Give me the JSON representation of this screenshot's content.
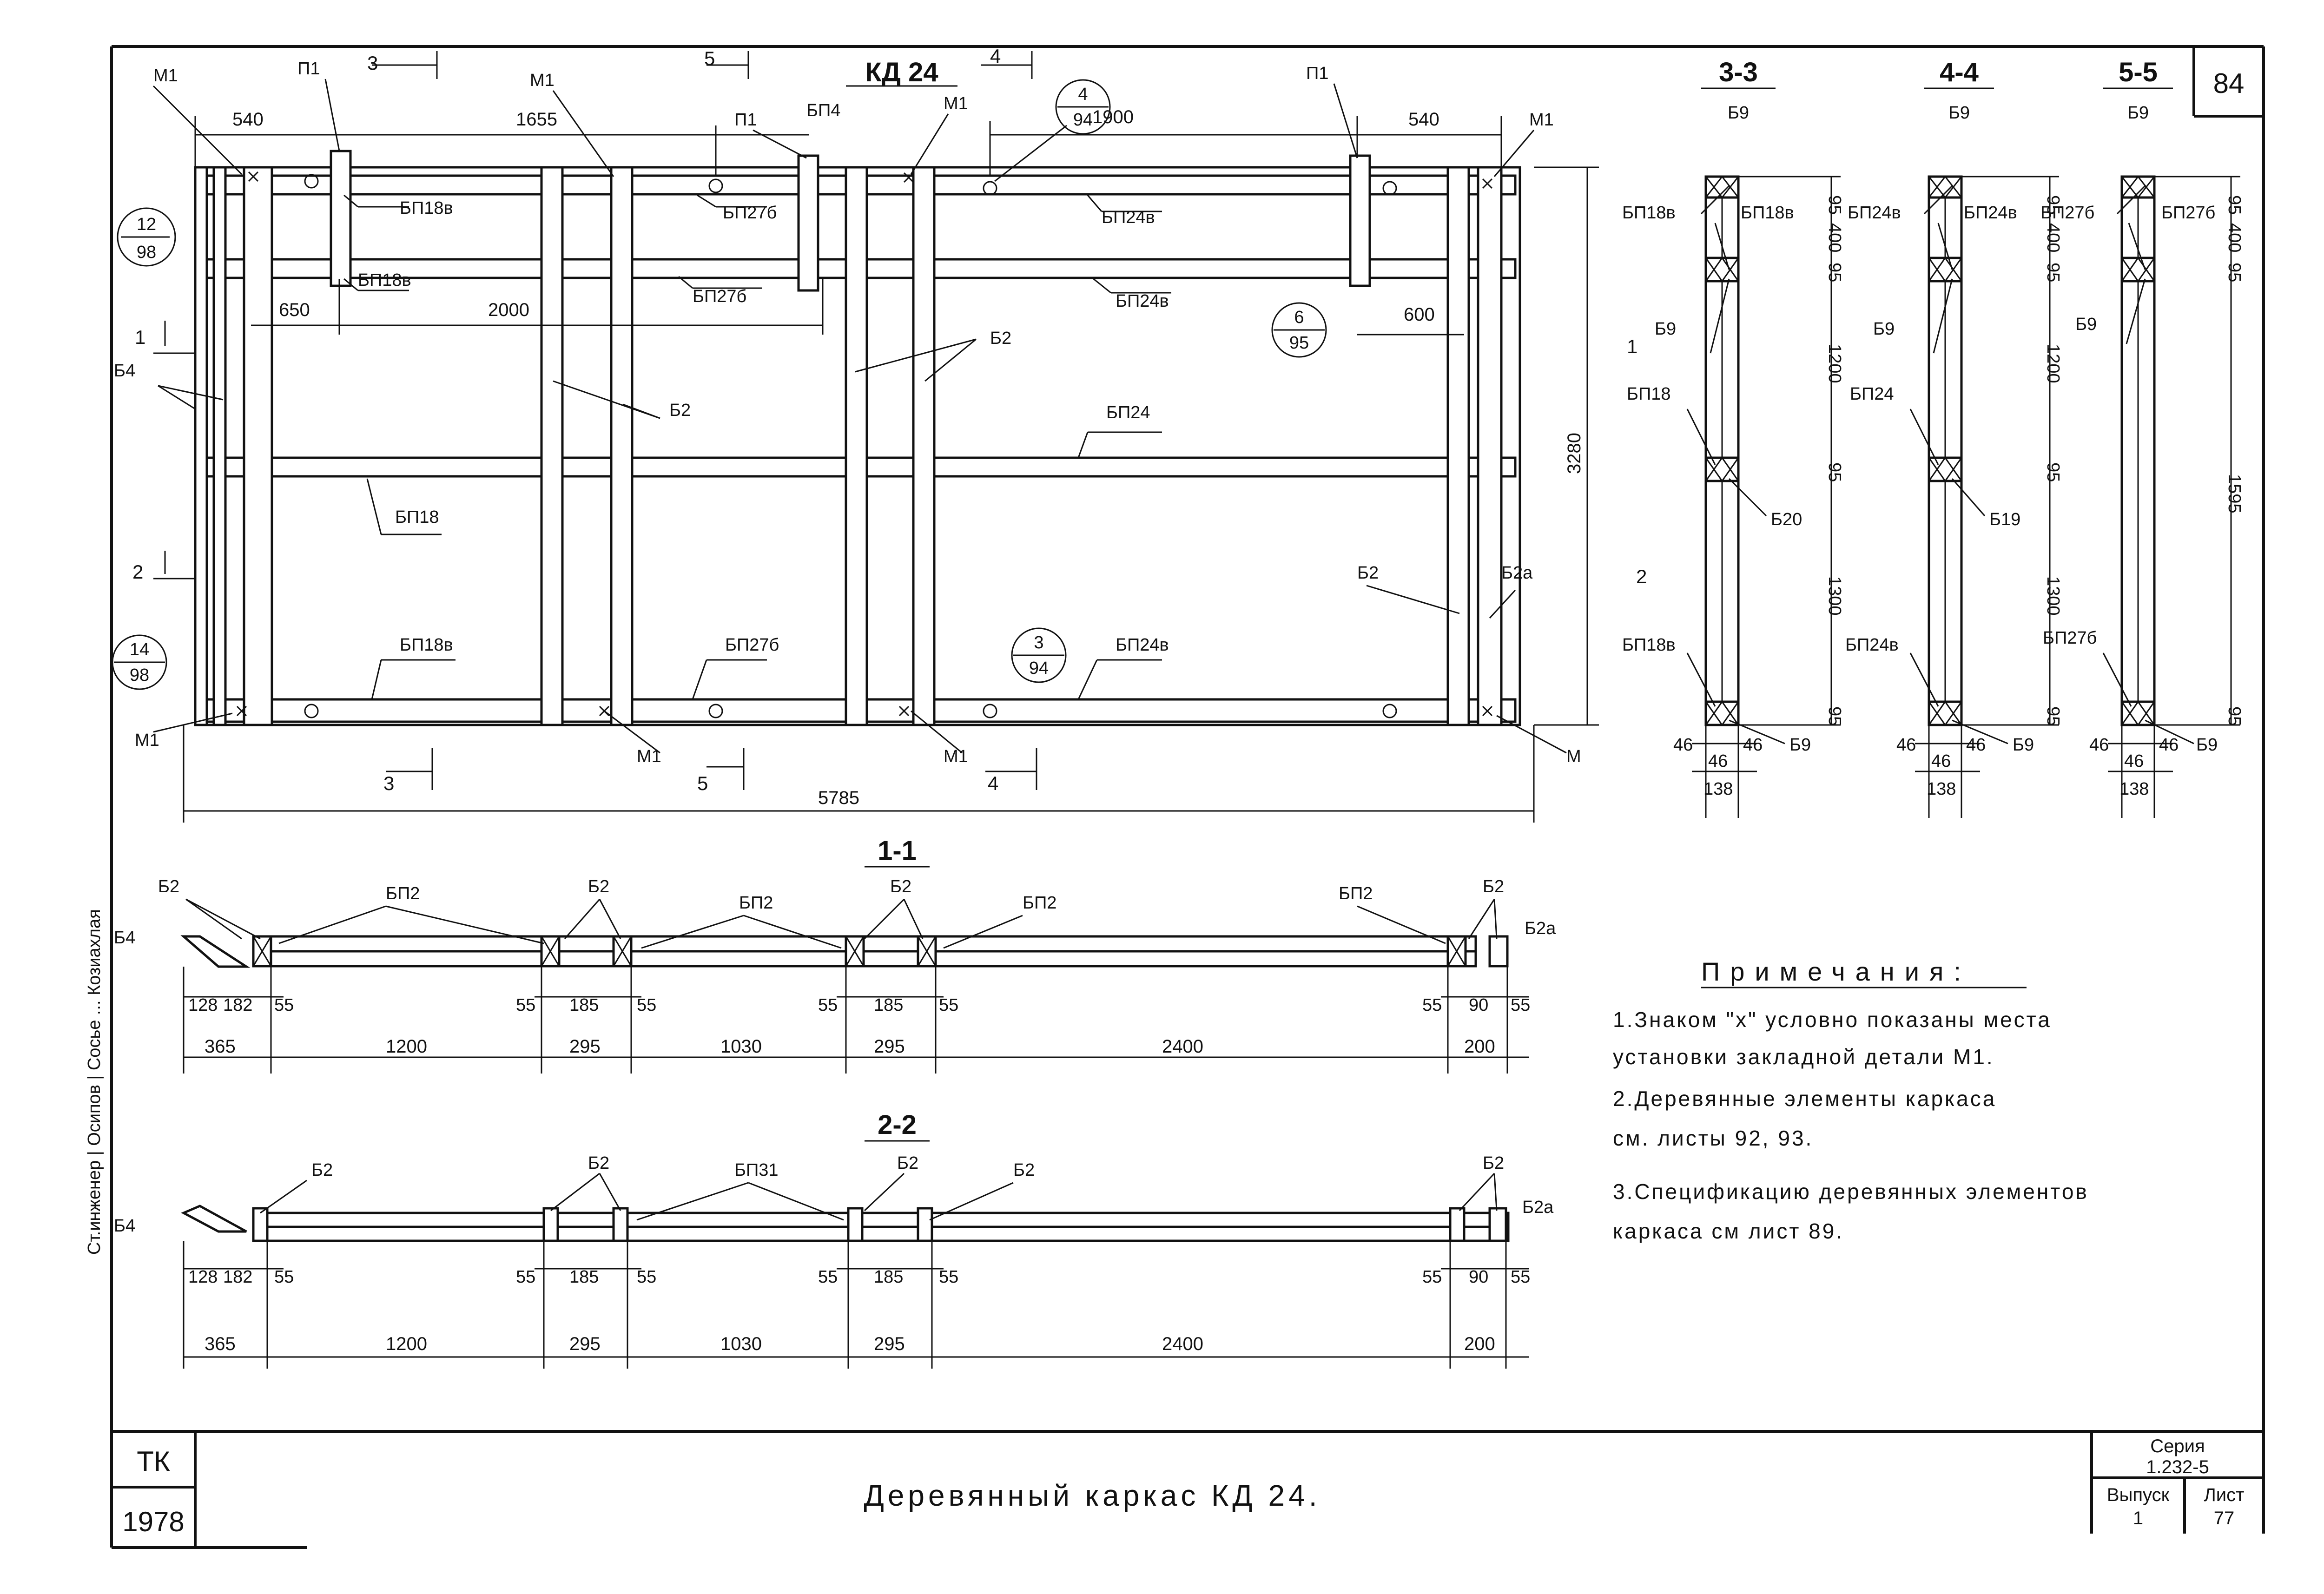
{
  "sheet": {
    "sheet_mark": "84",
    "title": "Деревянный каркас КД 24.",
    "stamp_org": "ТК",
    "stamp_year": "1978",
    "series_label": "Серия",
    "series_value": "1.232-5",
    "issue_label": "Выпуск",
    "issue_value": "1",
    "sheet_label": "Лист",
    "sheet_value": "77",
    "side_text": "Ст.инженер  |  Осипов  |  Сосье ...  Козиахлая"
  },
  "main_view": {
    "title": "КД 24",
    "total_width": "5785",
    "height": "3280",
    "top_dims": [
      "540",
      "1655",
      "1900",
      "540"
    ],
    "dim_650": "650",
    "dim_2000": "2000",
    "dim_600": "600",
    "beam_labels": {
      "b18v_top": "БП18в",
      "b18v_mid": "БП18в",
      "b27b_top": "БП27б",
      "b27b_mid": "БП27б",
      "b24v_top": "БП24в",
      "b24v_mid": "БП24в",
      "b18": "БП18",
      "b24": "БП24",
      "b18v_bot": "БП18в",
      "b27b_bot": "БП27б",
      "b24v_bot": "БП24в",
      "b2_a": "Б2",
      "b2_b": "Б2",
      "b2_c": "Б2",
      "b2a": "Б2а",
      "b4": "Б4",
      "bp4": "БП4"
    },
    "part_labels": {
      "m1_tl": "М1",
      "m1_t": "М1",
      "m1_t2": "М1",
      "m1_tr": "М1",
      "m1_bl": "М1",
      "m1_b": "М1",
      "m1_b2": "М1",
      "m_br": "М",
      "p1_l": "П1",
      "p1_m": "П1",
      "p1_r": "П1"
    },
    "callouts": [
      {
        "num": "4",
        "den": "94"
      },
      {
        "num": "6",
        "den": "95"
      },
      {
        "num": "3",
        "den": "94"
      },
      {
        "num": "12",
        "den": "98"
      },
      {
        "num": "14",
        "den": "98"
      }
    ],
    "section_marks": [
      "1",
      "2",
      "3",
      "4",
      "5"
    ]
  },
  "sections_vertical": [
    {
      "title": "3-3",
      "top": "Б9",
      "top_beam": "БП18в",
      "top_beam2": "БП18в",
      "mid_b9": "Б9",
      "mid_beam": "БП18",
      "mid_post": "Б20",
      "bot_beam": "БП18в",
      "bot": "Б9",
      "dims": [
        "95",
        "400",
        "95",
        "1200",
        "95",
        "1300",
        "95"
      ],
      "bottom_dims": [
        "46",
        "46",
        "46",
        "138"
      ]
    },
    {
      "title": "4-4",
      "top": "Б9",
      "top_beam": "БП24в",
      "top_beam2": "БП24в",
      "mid_b9": "Б9",
      "mid_beam": "БП24",
      "mid_post": "Б19",
      "bot_beam": "БП24в",
      "bot": "Б9",
      "dims": [
        "95",
        "400",
        "95",
        "1200",
        "95",
        "1300",
        "95"
      ],
      "bottom_dims": [
        "46",
        "46",
        "46",
        "138"
      ]
    },
    {
      "title": "5-5",
      "top": "Б9",
      "top_beam": "БП27б",
      "top_beam2": "БП27б",
      "mid_b9": "Б9",
      "mid_beam": "",
      "mid_post": "",
      "bot_beam": "БП27б",
      "bot": "Б9",
      "dims": [
        "95",
        "400",
        "95",
        "1595",
        "95"
      ],
      "bottom_dims": [
        "46",
        "46",
        "46",
        "138"
      ]
    }
  ],
  "sections_horizontal": [
    {
      "title": "1-1",
      "labels": [
        "Б2",
        "БП2",
        "Б2",
        "БП2",
        "Б2",
        "БП2",
        "БП2",
        "Б2",
        "Б2а",
        "Б4"
      ],
      "small_dims": [
        "128",
        "182",
        "55",
        "55",
        "185",
        "55",
        "55",
        "185",
        "55",
        "55",
        "90",
        "55"
      ],
      "big_dims": [
        "365",
        "1200",
        "295",
        "1030",
        "295",
        "2400",
        "200"
      ]
    },
    {
      "title": "2-2",
      "labels": [
        "Б2",
        "Б2",
        "БП31",
        "Б2",
        "Б2",
        "Б2",
        "Б2а",
        "Б4"
      ],
      "small_dims": [
        "128",
        "182",
        "55",
        "55",
        "185",
        "55",
        "55",
        "185",
        "55",
        "55",
        "90",
        "55"
      ],
      "big_dims": [
        "365",
        "1200",
        "295",
        "1030",
        "295",
        "2400",
        "200"
      ]
    }
  ],
  "notes": {
    "heading": "Примечания:",
    "items": [
      "1.Знаком \"х\" условно показаны места",
      "установки закладной детали М1.",
      "2.Деревянные элементы каркаса",
      "см. листы 92, 93.",
      "3.Спецификацию деревянных элементов",
      "каркаса см лист 89."
    ]
  }
}
